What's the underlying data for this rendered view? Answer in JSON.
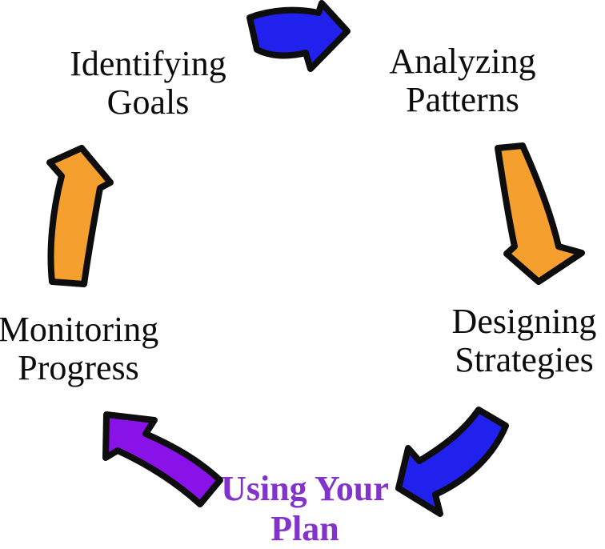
{
  "diagram": {
    "title": "planning cycle",
    "background_color": "#ffffff",
    "text_color": "#0c0c0c",
    "highlight_text_color": "#8233CC",
    "outline_color": "#0d0d0d",
    "steps": [
      {
        "id": "identifying-goals",
        "line1": "Identifying",
        "line2": "Goals"
      },
      {
        "id": "analyzing-patterns",
        "line1": "Analyzing",
        "line2": "Patterns"
      },
      {
        "id": "designing-strategies",
        "line1": "Designing",
        "line2": "Strategies"
      },
      {
        "id": "using-your-plan",
        "line1": "Using Your",
        "line2": "Plan",
        "highlighted": true
      },
      {
        "id": "monitoring-progress",
        "line1": "Monitoring",
        "line2": "Progress"
      }
    ],
    "arrows": [
      {
        "id": "goals-to-patterns",
        "color": "#2121EE",
        "direction": "right"
      },
      {
        "id": "patterns-to-strategies",
        "color": "#F5A02E",
        "direction": "down"
      },
      {
        "id": "strategies-to-plan",
        "color": "#2121EE",
        "direction": "down-left"
      },
      {
        "id": "plan-to-monitoring",
        "color": "#8812E8",
        "direction": "up-left"
      },
      {
        "id": "monitoring-to-goals",
        "color": "#F5A02E",
        "direction": "up"
      }
    ]
  }
}
